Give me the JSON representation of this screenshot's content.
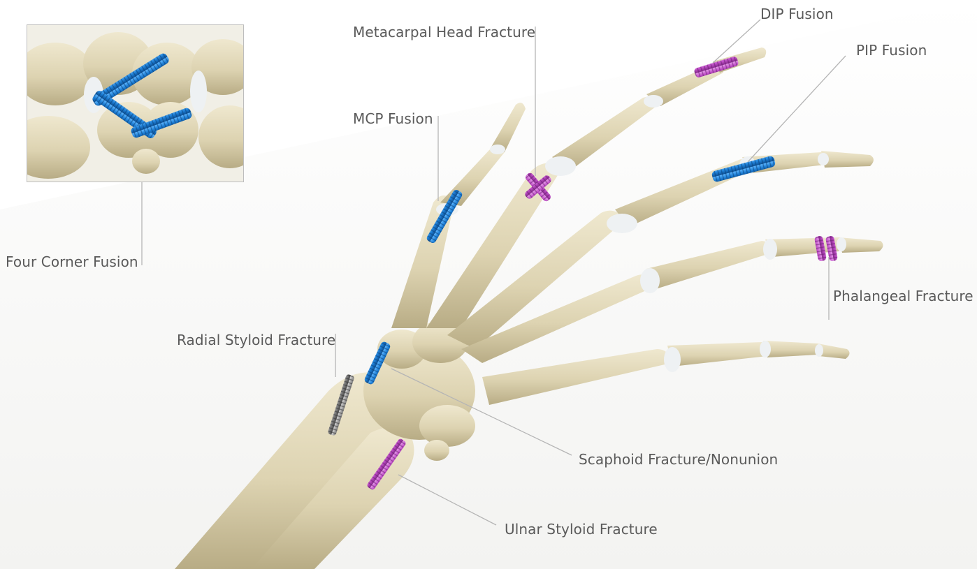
{
  "labels": {
    "dip_fusion": "DIP Fusion",
    "metacarpal_head_fracture": "Metacarpal Head Fracture",
    "pip_fusion": "PIP Fusion",
    "mcp_fusion": "MCP Fusion",
    "four_corner_fusion": "Four Corner Fusion",
    "phalangeal_fracture": "Phalangeal Fracture",
    "radial_styloid_fracture": "Radial Styloid Fracture",
    "scaphoid_fracture_nonunion": "Scaphoid Fracture/Nonunion",
    "ulnar_styloid_fracture": "Ulnar Styloid Fracture"
  },
  "colors": {
    "bone": "#e3dbbd",
    "bone_shadow": "#b9ad86",
    "cartilage": "#eef1f3",
    "screw_blue": "#1e7fd6",
    "screw_magenta": "#c050c8",
    "screw_gray": "#8a8a8a",
    "leader_line": "#b5b5b5",
    "label_text": "#5a5a5a"
  }
}
